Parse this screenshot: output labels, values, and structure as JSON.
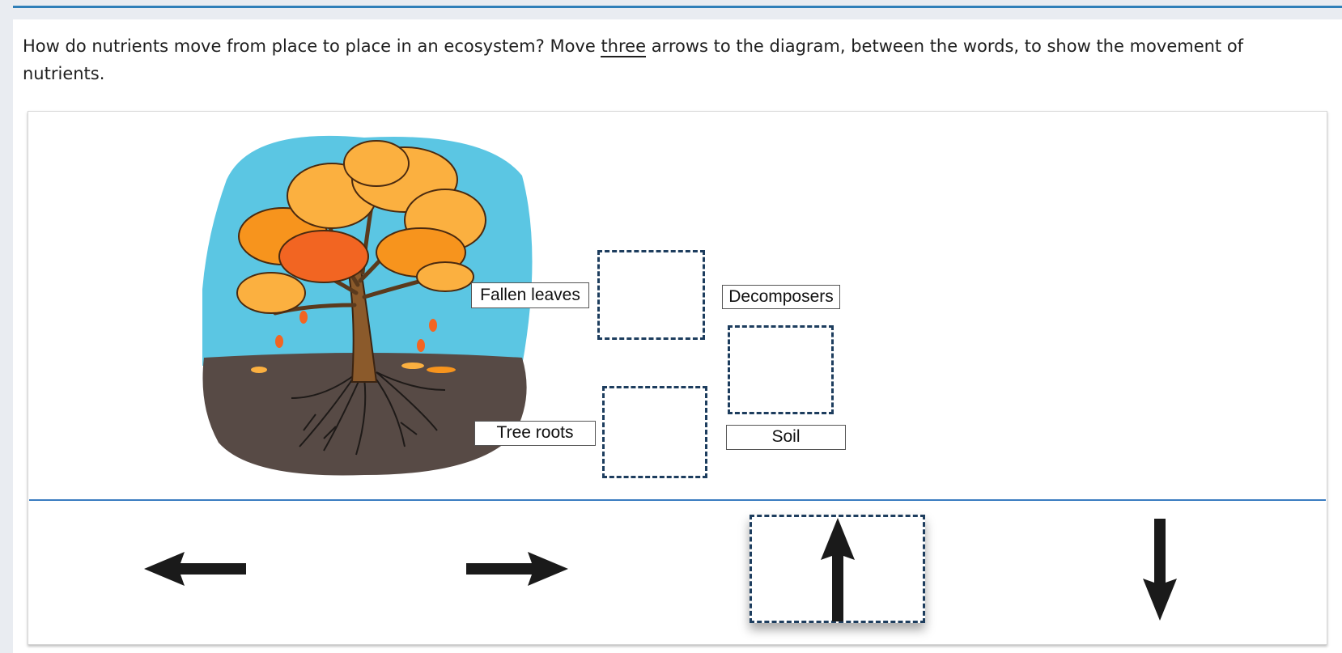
{
  "question": {
    "before": "How do nutrients move from place to place in an ecosystem? Move ",
    "emphasis": "three",
    "after": " arrows to the diagram, between the words, to show the movement of nutrients."
  },
  "diagram": {
    "labels": {
      "fallen_leaves": "Fallen leaves",
      "decomposers": "Decomposers",
      "tree_roots": "Tree roots",
      "soil": "Soil"
    }
  },
  "arrows": [
    "left",
    "right",
    "up",
    "down"
  ],
  "colors": {
    "sky": "#5bc6e3",
    "soil": "#574a45",
    "leaf_orange": "#f7941d",
    "leaf_yellow": "#fbb040",
    "trunk": "#8b5a2b",
    "dashed_border": "#1d3d5e",
    "divider": "#3a7cc1"
  }
}
